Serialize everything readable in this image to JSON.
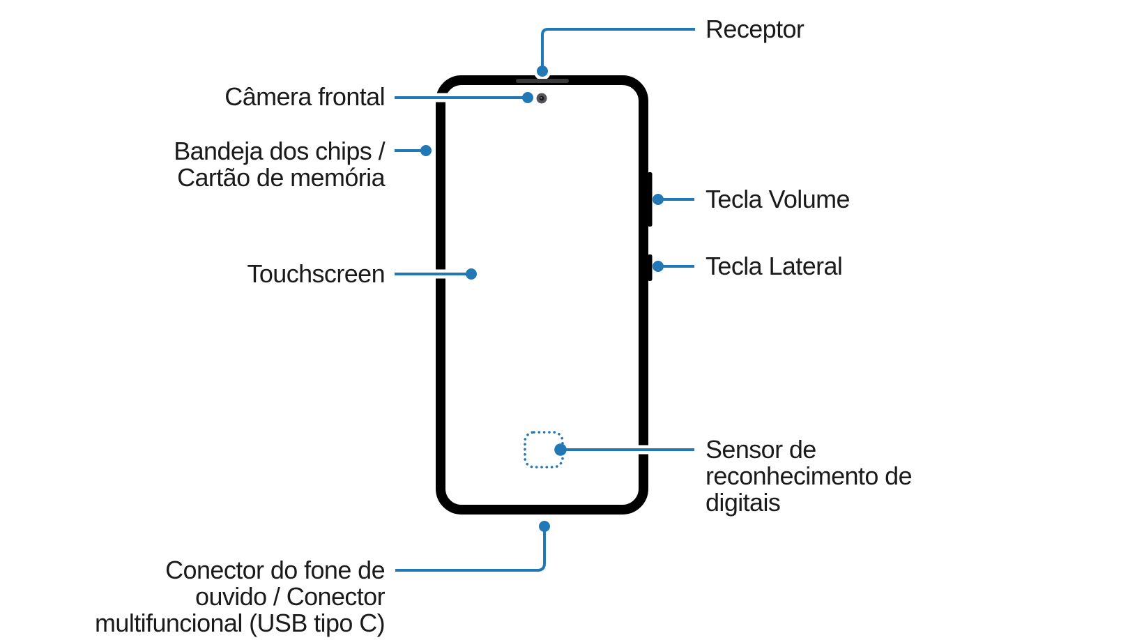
{
  "diagram": {
    "description": "Smartphone front-view parts diagram (user manual, Portuguese)",
    "colors": {
      "callout_blue": "#2277b5",
      "frame_black": "#000000",
      "screen_white": "#ffffff",
      "receiver_gray": "#3a3a3c",
      "camera_ring_gray": "#55565a",
      "text": "#1a1a1a",
      "background": "#ffffff"
    }
  },
  "labels": {
    "receptor": {
      "lines": [
        "Receptor"
      ]
    },
    "camera_frontal": {
      "lines": [
        "Câmera frontal"
      ]
    },
    "bandeja": {
      "lines": [
        "Bandeja dos chips /",
        "Cartão de memória"
      ]
    },
    "touchscreen": {
      "lines": [
        "Touchscreen"
      ]
    },
    "tecla_volume": {
      "lines": [
        "Tecla Volume"
      ]
    },
    "tecla_lateral": {
      "lines": [
        "Tecla Lateral"
      ]
    },
    "sensor_digitais": {
      "lines": [
        "Sensor de",
        "reconhecimento de",
        "digitais"
      ]
    },
    "conector": {
      "lines": [
        "Conector do fone de",
        "ouvido / Conector",
        "multifuncional (USB tipo C)"
      ]
    }
  }
}
